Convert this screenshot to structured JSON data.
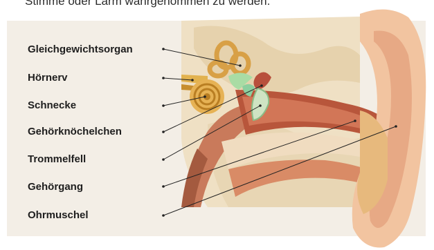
{
  "intro_text": "Stimme oder Lärm wahrgenommen zu werden.",
  "labels": [
    "Gleichgewichtsorgan",
    "Hörnerv",
    "Schnecke",
    "Gehörknöchelchen",
    "Trommelfell",
    "Gehörgang",
    "Ohrmuschel"
  ]
}
